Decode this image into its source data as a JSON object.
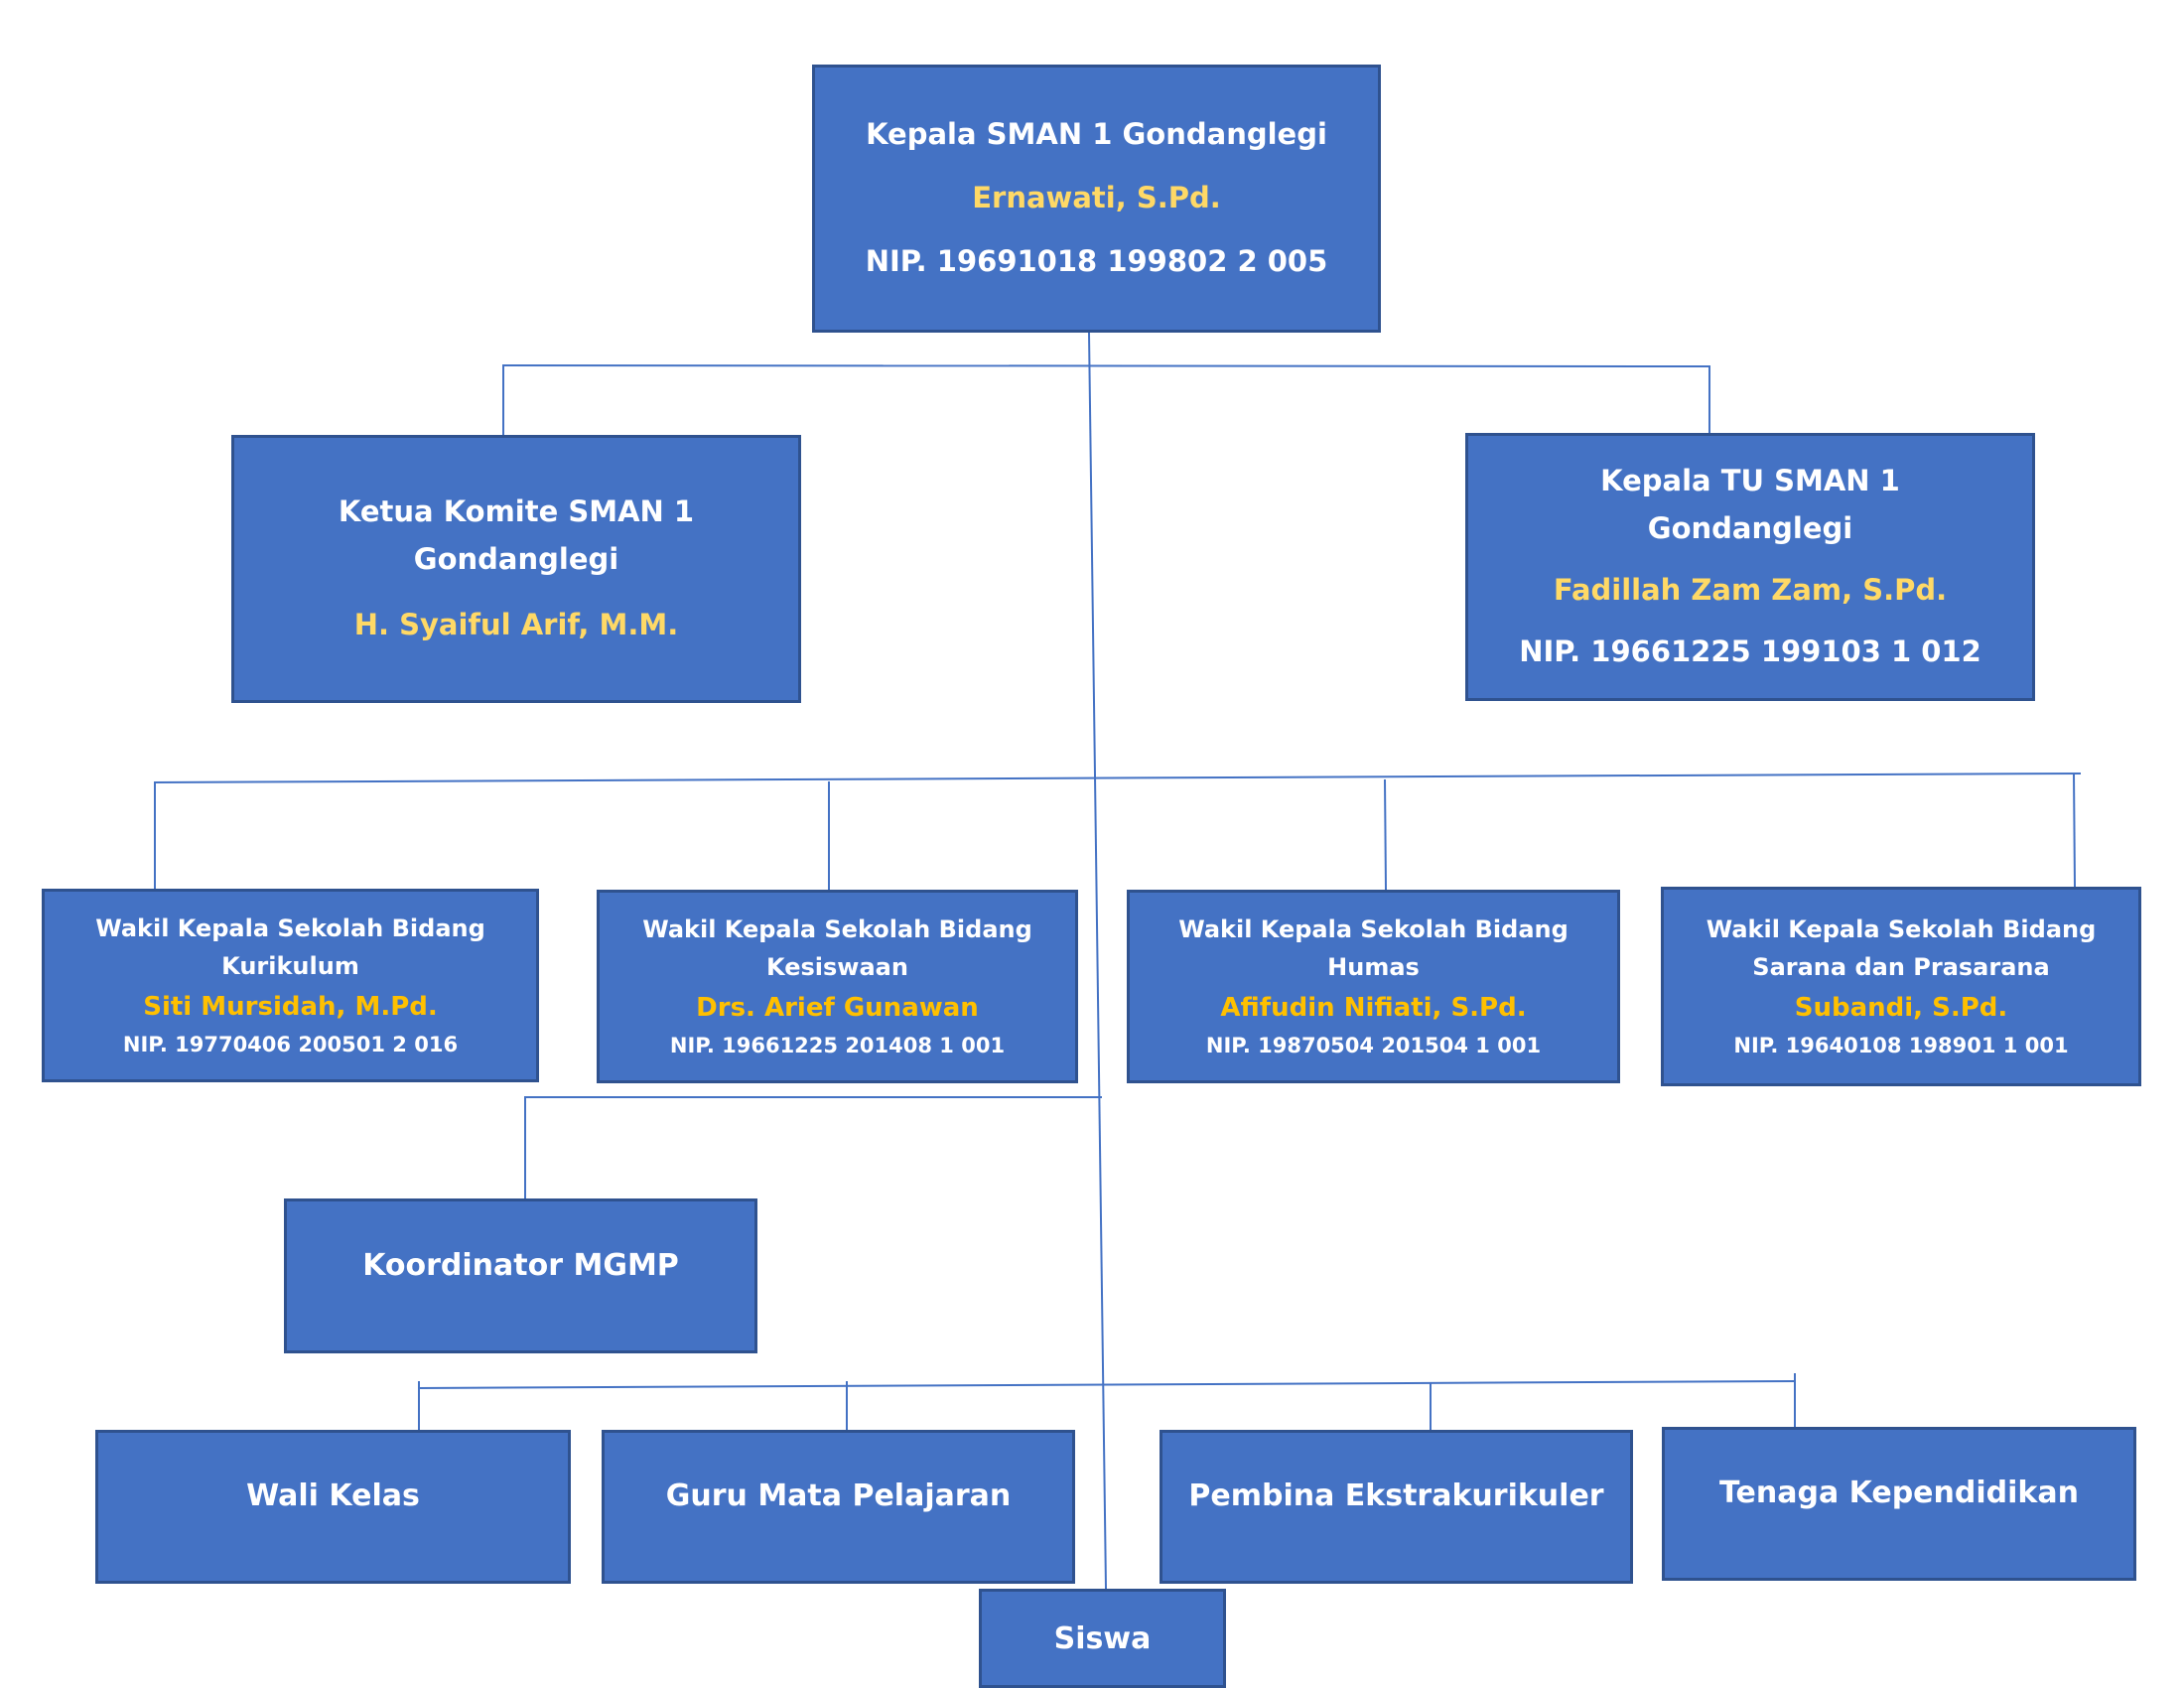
{
  "colors": {
    "box_fill": "#4472C4",
    "box_border": "#2F528F",
    "text": "#FFFFFF",
    "name_highlight": "#FFD966",
    "name_highlight_alt": "#FFC000",
    "connector": "#4472C4"
  },
  "kepala": {
    "title": "Kepala SMAN 1 Gondanglegi",
    "name": "Ernawati, S.Pd.",
    "nip": "NIP. 19691018 199802 2 005"
  },
  "komite": {
    "title_line1": "Ketua Komite SMAN 1",
    "title_line2": "Gondanglegi",
    "name": "H. Syaiful Arif, M.M."
  },
  "tu": {
    "title_line1": "Kepala TU SMAN 1",
    "title_line2": "Gondanglegi",
    "name": "Fadillah Zam Zam, S.Pd.",
    "nip": "NIP. 19661225 199103 1 012"
  },
  "wakasek": [
    {
      "title_line1": "Wakil Kepala Sekolah Bidang",
      "title_line2": "Kurikulum",
      "name": "Siti Mursidah, M.Pd.",
      "nip": "NIP. 19770406 200501 2 016"
    },
    {
      "title_line1": "Wakil Kepala Sekolah Bidang",
      "title_line2": "Kesiswaan",
      "name": "Drs. Arief Gunawan",
      "nip": "NIP. 19661225 201408 1 001"
    },
    {
      "title_line1": "Wakil Kepala Sekolah Bidang",
      "title_line2": "Humas",
      "name": "Afifudin Nifiati, S.Pd.",
      "nip": "NIP. 19870504 201504 1 001"
    },
    {
      "title_line1": "Wakil Kepala Sekolah Bidang",
      "title_line2": "Sarana dan Prasarana",
      "name": "Subandi, S.Pd.",
      "nip": "NIP. 19640108 198901 1 001"
    }
  ],
  "koordinator": {
    "label": "Koordinator MGMP"
  },
  "bottom": [
    {
      "label": "Wali Kelas"
    },
    {
      "label": "Guru Mata Pelajaran"
    },
    {
      "label": "Pembina Ekstrakurikuler"
    },
    {
      "label": "Tenaga Kependidikan"
    }
  ],
  "siswa": {
    "label": "Siswa"
  }
}
